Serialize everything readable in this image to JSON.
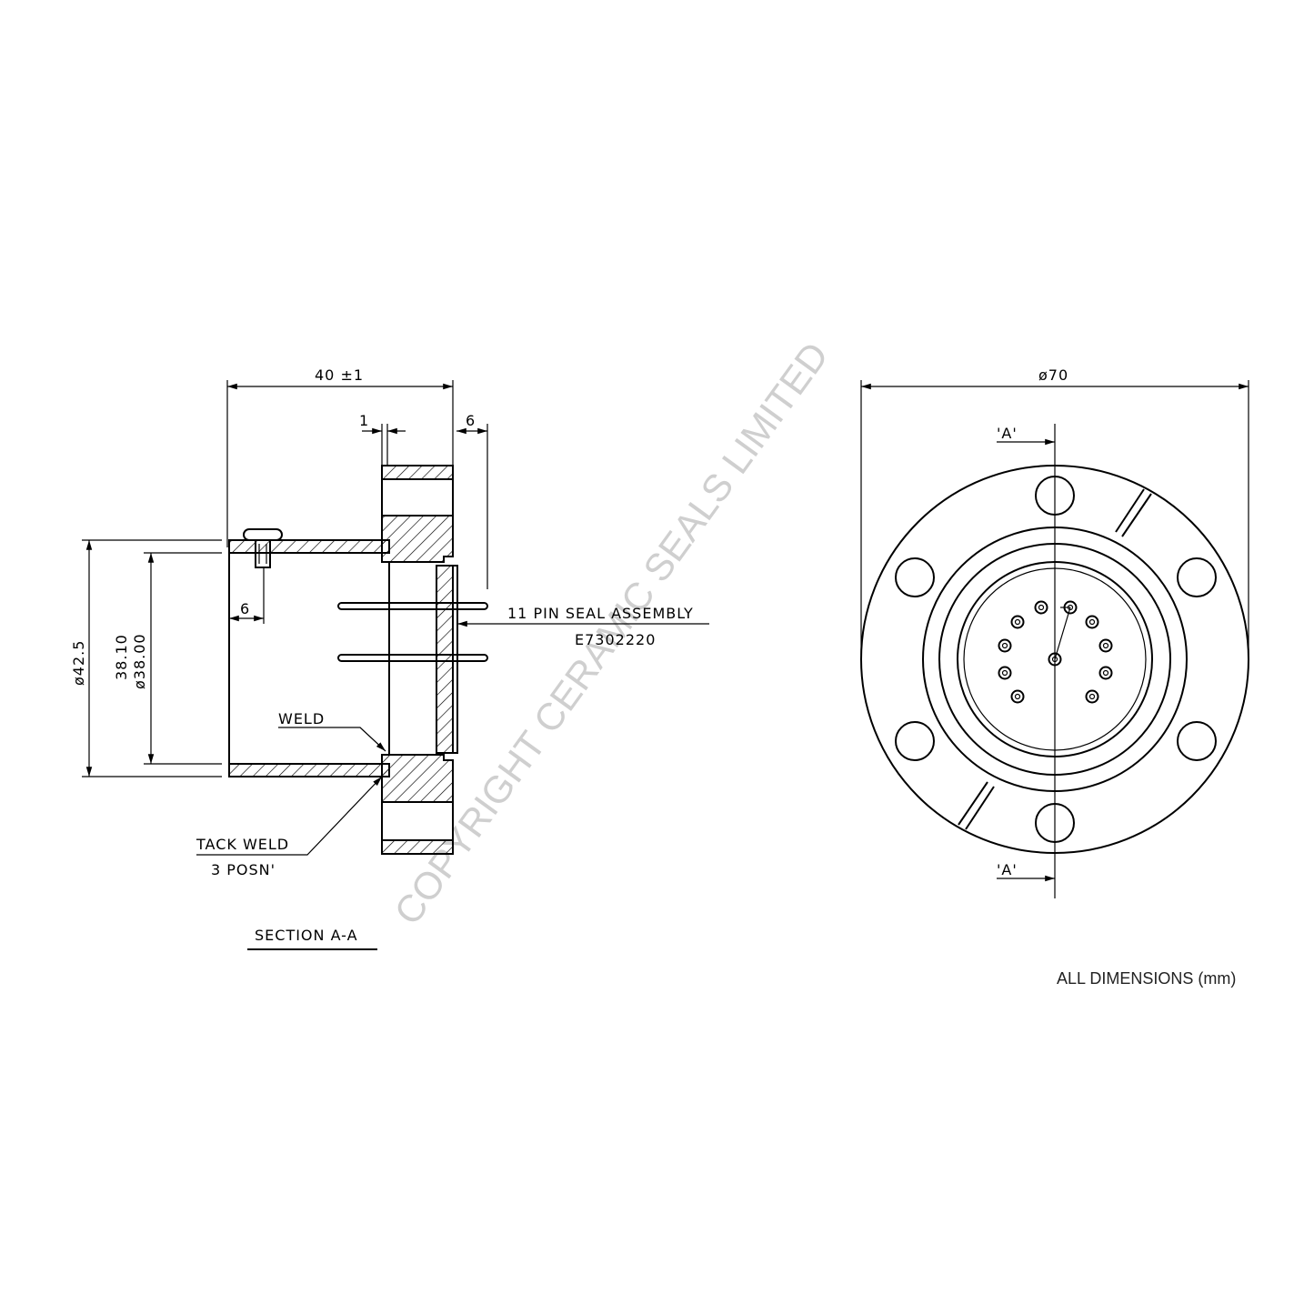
{
  "section_view": {
    "dim_length": "40 ±1",
    "dim_flange_gap": "1",
    "dim_face": "6",
    "dim_screw": "6",
    "dim_outer_dia": "ø42.5",
    "dim_bore_top": "38.10",
    "dim_bore_bottom": "ø38.00",
    "label_seal": "11 PIN SEAL ASSEMBLY",
    "label_part_no": "E7302220",
    "label_weld": "WELD",
    "label_tack_weld": "TACK WELD",
    "label_positions": "3 POSN'",
    "title": "SECTION A-A"
  },
  "end_view": {
    "dim_diameter": "ø70",
    "section_marker_top": "'A'",
    "section_marker_bottom": "'A'",
    "pin_count": 11
  },
  "watermark": "COPYRIGHT CERAMIC SEALS LIMITED",
  "footer_note": "ALL DIMENSIONS (mm)"
}
